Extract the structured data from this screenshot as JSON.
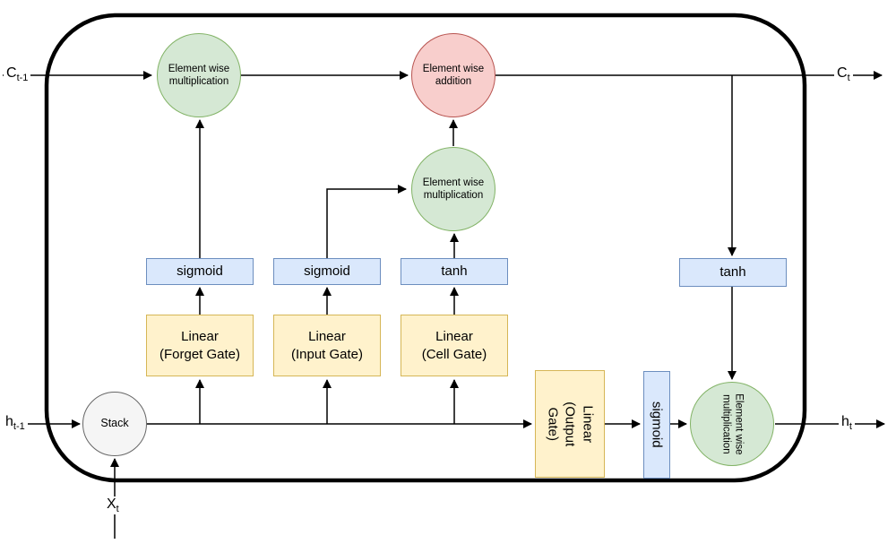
{
  "diagram_type": "LSTM cell block diagram",
  "io_labels": {
    "c_prev": {
      "base": "C",
      "sub": "t-1"
    },
    "c_next": {
      "base": "C",
      "sub": "t"
    },
    "h_prev": {
      "base": "h",
      "sub": "t-1"
    },
    "h_next": {
      "base": "h",
      "sub": "t"
    },
    "x_input": {
      "base": "X",
      "sub": "t"
    }
  },
  "nodes": {
    "forget_multiply": {
      "line1": "Element wise",
      "line2": "multiplication"
    },
    "cell_addition": {
      "line1": "Element wise",
      "line2": "addition"
    },
    "input_multiply": {
      "line1": "Element wise",
      "line2": "multiplication"
    },
    "output_multiply": {
      "line1": "Element wise",
      "line2": "multiplication"
    },
    "stack": {
      "label": "Stack"
    },
    "sigmoid_forget": {
      "label": "sigmoid"
    },
    "sigmoid_input": {
      "label": "sigmoid"
    },
    "tanh_cell": {
      "label": "tanh"
    },
    "tanh_output": {
      "label": "tanh"
    },
    "sigmoid_output": {
      "label": "sigmoid"
    },
    "linear_forget": {
      "line1": "Linear",
      "line2": "(Forget Gate)"
    },
    "linear_input": {
      "line1": "Linear",
      "line2": "(Input Gate)"
    },
    "linear_cell": {
      "line1": "Linear",
      "line2": "(Cell Gate)"
    },
    "linear_output": {
      "line1": "Linear",
      "line2": "(Output Gate)"
    }
  },
  "colors": {
    "multiply_fill": "#d5e8d4",
    "multiply_stroke": "#82b366",
    "addition_fill": "#f8cecc",
    "addition_stroke": "#b85450",
    "activation_fill": "#dae8fc",
    "activation_stroke": "#6c8ebf",
    "gate_fill": "#fff2cc",
    "gate_stroke": "#d6b656",
    "stack_fill": "#f5f5f5",
    "stack_stroke": "#666666",
    "line_color": "#000000",
    "border_color": "#000000"
  }
}
